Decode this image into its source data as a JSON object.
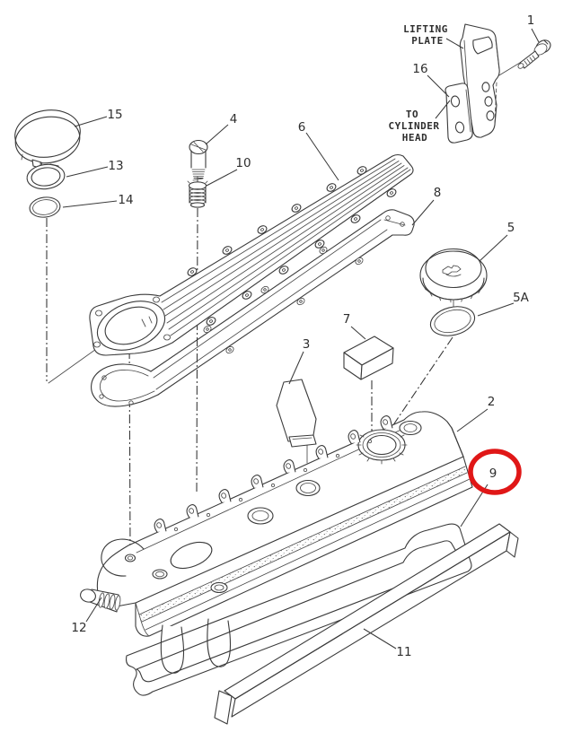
{
  "callouts": {
    "c1": "1",
    "c2": "2",
    "c3": "3",
    "c4": "4",
    "c5": "5",
    "c5a": "5A",
    "c6": "6",
    "c7": "7",
    "c8": "8",
    "c9": "9",
    "c10": "10",
    "c11": "11",
    "c12": "12",
    "c13": "13",
    "c14": "14",
    "c15": "15",
    "c16": "16"
  },
  "annotations": {
    "lifting_plate": [
      "LIFTING",
      "PLATE"
    ],
    "to_cylinder_head": [
      "TO",
      "CYLINDER",
      "HEAD"
    ]
  },
  "highlight": {
    "circled_callout": "9",
    "color": "#e01717"
  },
  "colors": {
    "ink": "#3a3a3a",
    "background": "#ffffff"
  }
}
